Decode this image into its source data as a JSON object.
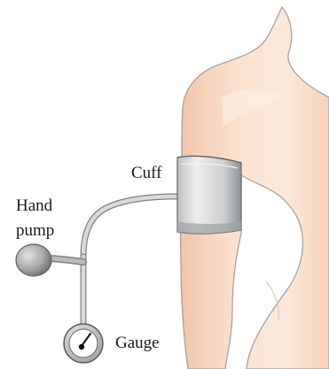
{
  "labels": {
    "cuff": "Cuff",
    "hand": "Hand",
    "pump": "pump",
    "gauge": "Gauge"
  },
  "colors": {
    "skin_light": "#fbe3d2",
    "skin_mid": "#f6cdb2",
    "skin_outline": "#a39a95",
    "cuff_light": "#e6e7e8",
    "cuff_dark": "#9a9d9f",
    "tube": "#c9cbcc",
    "tube_outline": "#7d8082",
    "bulb": "#a3a5a7",
    "gauge_face": "#ffffff",
    "needle": "#111111"
  }
}
